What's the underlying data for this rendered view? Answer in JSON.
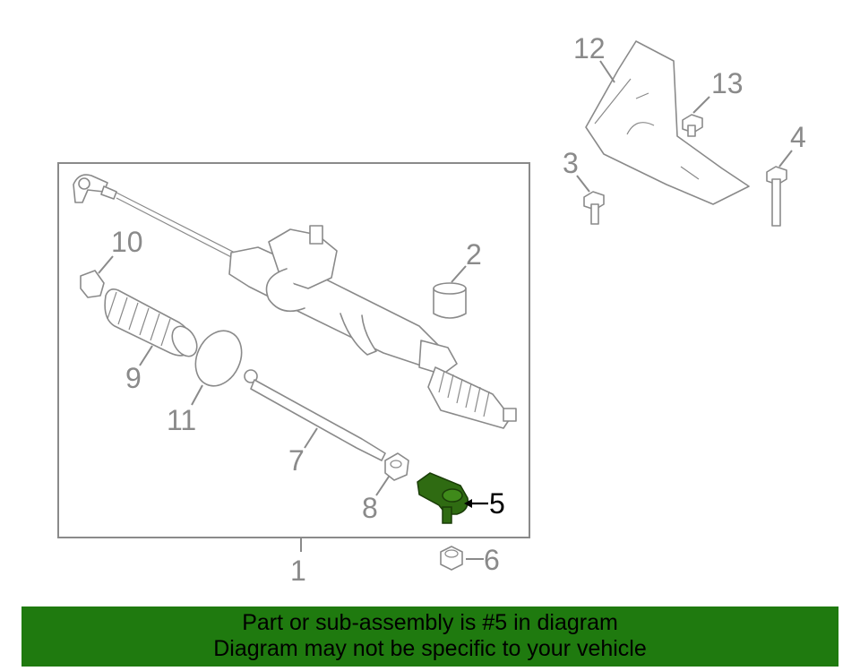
{
  "diagram": {
    "callouts": {
      "c1": "1",
      "c2": "2",
      "c3": "3",
      "c4": "4",
      "c5": "5",
      "c6": "6",
      "c7": "7",
      "c8": "8",
      "c9": "9",
      "c10": "10",
      "c11": "11",
      "c12": "12",
      "c13": "13"
    },
    "highlighted_part": "5",
    "colors": {
      "highlight": "#2f6b12",
      "line": "#8a8a8a",
      "banner": "#1f7a0f"
    }
  },
  "banner": {
    "line1": "Part or sub-assembly is #5 in diagram",
    "line2": "Diagram may not be specific to your vehicle"
  }
}
